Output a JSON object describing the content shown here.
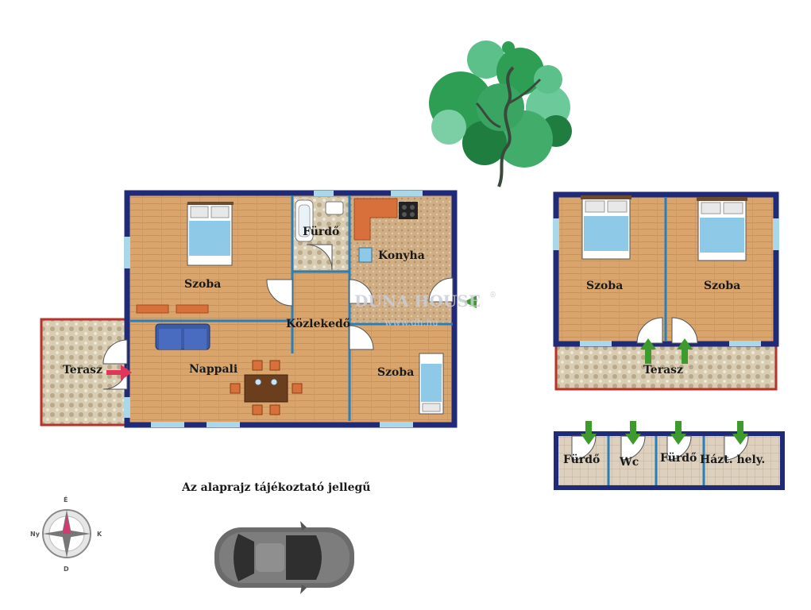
{
  "note": "Az alaprajz tájékoztató jellegű",
  "watermark": {
    "brand": "DUNA HOUSE",
    "url": "www.dh.hu",
    "mark": "®"
  },
  "rooms": {
    "main_szoba": "Szoba",
    "furdo": "Fürdő",
    "konyha": "Konyha",
    "kozlekedo": "Közlekedő",
    "nappali": "Nappali",
    "szoba_small": "Szoba",
    "terasz_left": "Terasz",
    "upper_szoba_1": "Szoba",
    "upper_szoba_2": "Szoba",
    "terasz_right": "Terasz",
    "annex_furdo_1": "Fürdő",
    "annex_wc": "Wc",
    "annex_furdo_2": "Fürdő",
    "annex_haztartasi": "Házt. hely."
  },
  "compass": {
    "n": "É",
    "e": "K",
    "s": "D",
    "w": "Ny"
  },
  "colors": {
    "wall": "#1f2a78",
    "inner_wall": "#2b7fb8",
    "floor_wood": "#d9a56c",
    "floor_tile": "#cfc2a8",
    "terrace_border": "#b83228",
    "arrow_green": "#3f9a2e",
    "arrow_red": "#e0365a",
    "tree_green": "#2f9e55"
  },
  "icons": [
    "tree-icon",
    "car-icon",
    "compass-icon",
    "bed-icon",
    "sofa-icon",
    "dining-table-icon",
    "bathtub-icon",
    "stove-icon",
    "door-arc-icon"
  ]
}
